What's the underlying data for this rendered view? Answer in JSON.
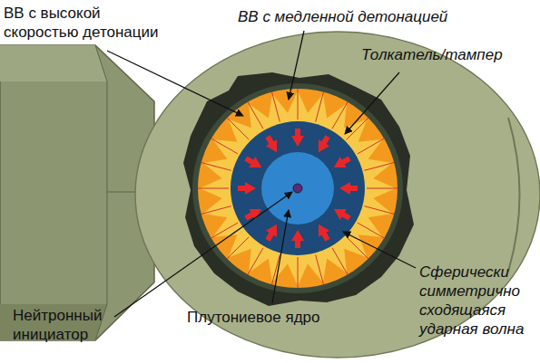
{
  "diagram": {
    "labels": [
      "ВВ с высокой скоростью детонации",
      "ВВ с медленной детонацией",
      "Толкатель/тампер",
      "Сферически симметрично сходящаяся ударная волна",
      "Плутониевое ядро",
      "Нейтронный инициатор"
    ]
  }
}
